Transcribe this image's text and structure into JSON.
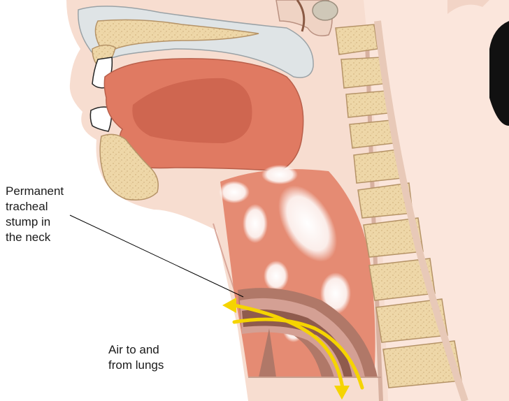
{
  "labels": {
    "tracheal_stump": {
      "lines": [
        "Permanent",
        "tracheal",
        "stump in",
        "the neck"
      ]
    },
    "air_flow": {
      "lines": [
        "Air to and",
        "from lungs"
      ]
    }
  },
  "colors": {
    "skin": "#f7ddd0",
    "skin_shadow": "#f0cfc0",
    "tissue_outline": "#d9a79a",
    "tongue": "#e07a62",
    "tongue_dark": "#cf6650",
    "muscle": "#e58b73",
    "bone": "#eed7a8",
    "bone_outline": "#b59367",
    "nasal_gray": "#dfe4e6",
    "gray_outline": "#9aa2a6",
    "trachea_outer": "#b07868",
    "trachea_mid": "#d4a094",
    "trachea_inner": "#8f5b4d",
    "arrow": "#f5d400",
    "hair": "#111111",
    "line": "#000000"
  }
}
